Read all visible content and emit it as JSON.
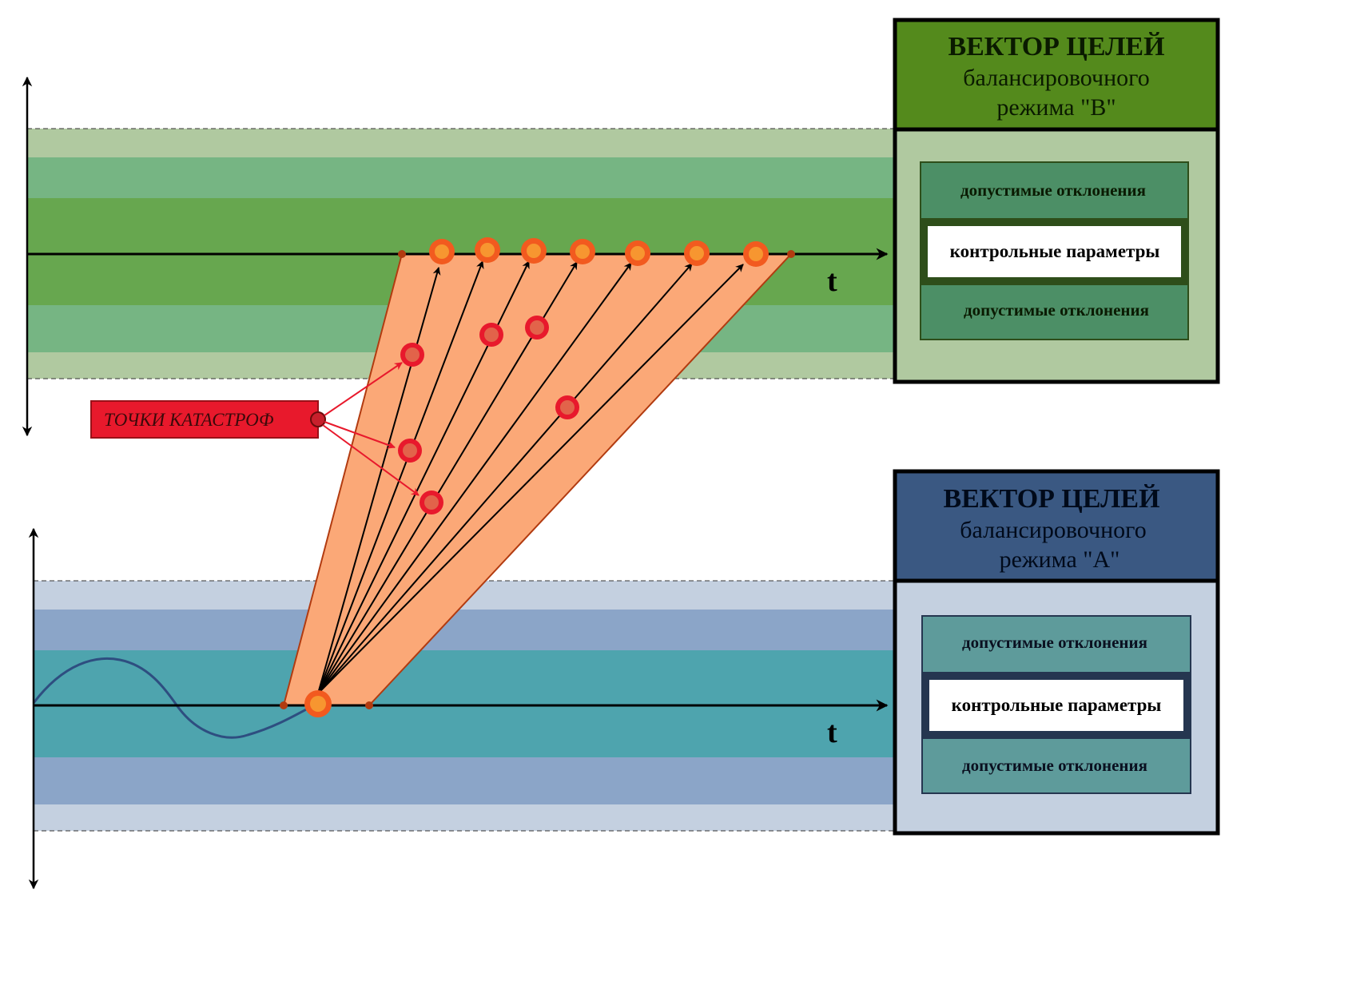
{
  "axis_label": "t",
  "catastrophe_label": "ТОЧКИ КАТАСТРОФ",
  "regime_b": {
    "title": "ВЕКТОР ЦЕЛЕЙ",
    "subtitle_line1": "балансировочного",
    "subtitle_line2": "режима \"В\"",
    "upper_band": "допустимые отклонения",
    "control": "контрольные параметры",
    "lower_band": "допустимые отклонения",
    "colors": {
      "header": "#548a1c",
      "panel": "#b0c9a0",
      "band_light": "#b0c9a0",
      "band_mid": "#76b583",
      "band_core": "#67a74f",
      "box_band": "#4c8f66",
      "box_frame": "#2e4e1a"
    }
  },
  "regime_a": {
    "title": "ВЕКТОР ЦЕЛЕЙ",
    "subtitle_line1": "балансировочного",
    "subtitle_line2": "режима \"А\"",
    "upper_band": "допустимые отклонения",
    "control": "контрольные параметры",
    "lower_band": "допустимые отклонения",
    "colors": {
      "header": "#3a5882",
      "panel": "#c4d0e0",
      "band_light": "#c4d0e0",
      "band_mid": "#8ba5c8",
      "band_core": "#4ea4ae",
      "box_band": "#5e9b9b",
      "box_frame": "#253650"
    }
  },
  "accent_colors": {
    "fan": "#fba877",
    "catastrophe": "#e8192c",
    "point_outer": "#f25a1f",
    "point_inner": "#f79630"
  }
}
